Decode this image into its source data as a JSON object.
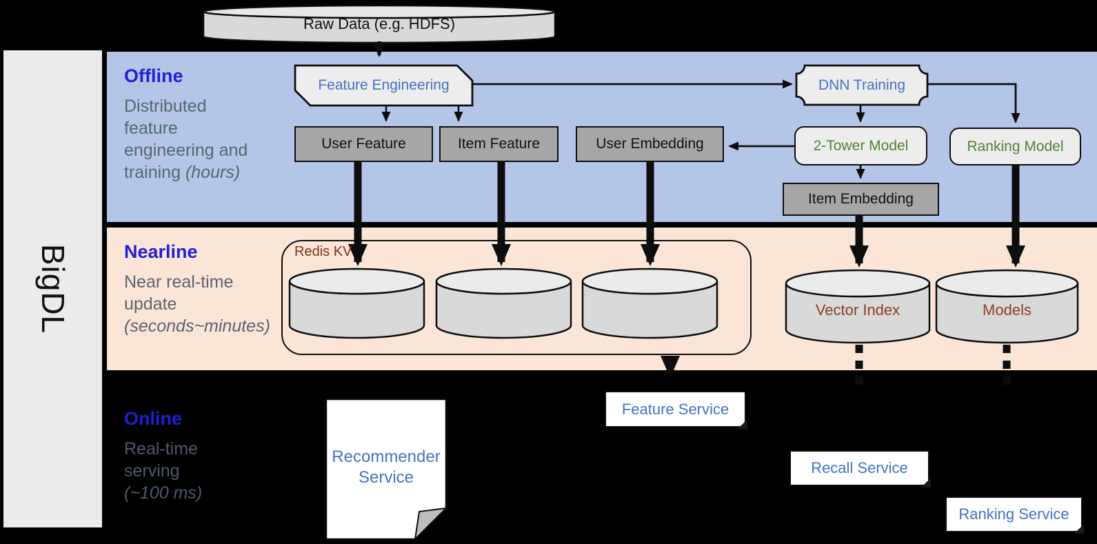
{
  "sidebar": {
    "label": "BigDL"
  },
  "source_cylinder": {
    "label": "Raw Data (e.g. HDFS)"
  },
  "bands": {
    "offline": {
      "title": "Offline",
      "desc": "Distributed feature engineering and training",
      "desc_italic": "(hours)"
    },
    "nearline": {
      "title": "Nearline",
      "desc": "Near real-time update",
      "desc_italic": "(seconds~minutes)"
    },
    "online": {
      "title": "Online",
      "desc": "Real-time serving",
      "desc_italic": "(~100 ms)"
    }
  },
  "offline_nodes": {
    "feature_engineering": "Feature Engineering",
    "user_feature": "User Feature",
    "item_feature": "Item Feature",
    "user_embedding": "User Embedding",
    "dnn_training": "DNN Training",
    "two_tower_model": "2-Tower Model",
    "ranking_model": "Ranking Model",
    "item_embedding": "Item Embedding"
  },
  "nearline_nodes": {
    "redis_kv": "Redis KV",
    "vector_index": "Vector Index",
    "models": "Models"
  },
  "online_nodes": {
    "recommender_service": "Recommender Service",
    "feature_service": "Feature Service",
    "recall_service": "Recall Service",
    "ranking_service": "Ranking Service"
  },
  "colors": {
    "band_offline": "#b4c6e7",
    "band_nearline": "#fbe5d6",
    "band_online": "#000000",
    "heading_blue": "#1f1fd6",
    "node_blue": "#4472c4",
    "node_green": "#548235",
    "node_brown": "#8b4121",
    "redis_brown": "#7b3416",
    "gray_box": "#a6a6a6",
    "light_shape": "#ededed",
    "cylinder_body": "#d9d9d9",
    "sidebar_gray": "#ebebeb",
    "arrow_black": "#0d0d0d"
  }
}
